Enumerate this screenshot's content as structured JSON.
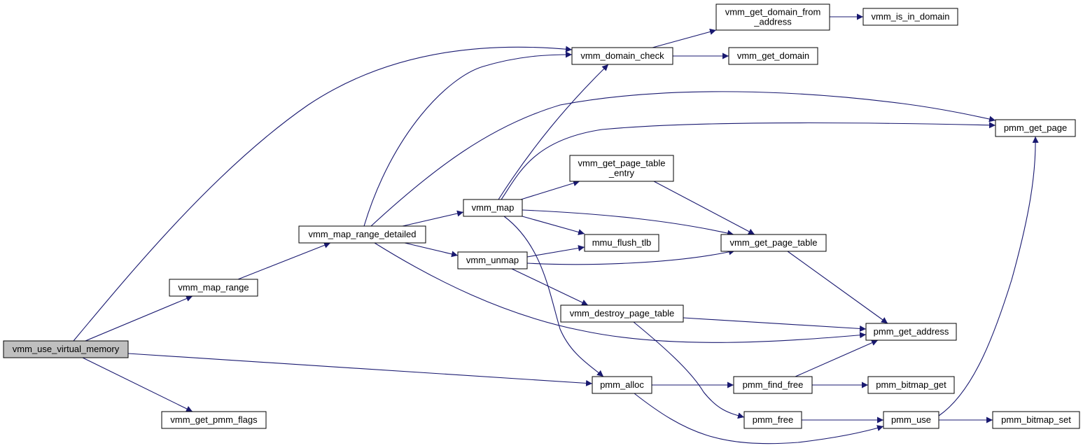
{
  "graph": {
    "edge_color": "#191970",
    "node_fill": "#ffffff",
    "root_fill": "#bfbfbf",
    "nodes": [
      {
        "id": "vmm_use_virtual_memory",
        "lines": [
          "vmm_use_virtual_memory"
        ],
        "root": true
      },
      {
        "id": "vmm_map_range",
        "lines": [
          "vmm_map_range"
        ]
      },
      {
        "id": "vmm_get_pmm_flags",
        "lines": [
          "vmm_get_pmm_flags"
        ]
      },
      {
        "id": "vmm_map_range_detailed",
        "lines": [
          "vmm_map_range_detailed"
        ]
      },
      {
        "id": "vmm_map",
        "lines": [
          "vmm_map"
        ]
      },
      {
        "id": "vmm_unmap",
        "lines": [
          "vmm_unmap"
        ]
      },
      {
        "id": "vmm_domain_check",
        "lines": [
          "vmm_domain_check"
        ]
      },
      {
        "id": "vmm_get_domain_from_address",
        "lines": [
          "vmm_get_domain_from",
          "_address"
        ]
      },
      {
        "id": "vmm_is_in_domain",
        "lines": [
          "vmm_is_in_domain"
        ]
      },
      {
        "id": "vmm_get_domain",
        "lines": [
          "vmm_get_domain"
        ]
      },
      {
        "id": "vmm_get_page_table_entry",
        "lines": [
          "vmm_get_page_table",
          "_entry"
        ]
      },
      {
        "id": "mmu_flush_tlb",
        "lines": [
          "mmu_flush_tlb"
        ]
      },
      {
        "id": "vmm_destroy_page_table",
        "lines": [
          "vmm_destroy_page_table"
        ]
      },
      {
        "id": "pmm_alloc",
        "lines": [
          "pmm_alloc"
        ]
      },
      {
        "id": "vmm_get_page_table",
        "lines": [
          "vmm_get_page_table"
        ]
      },
      {
        "id": "pmm_get_page",
        "lines": [
          "pmm_get_page"
        ]
      },
      {
        "id": "pmm_get_address",
        "lines": [
          "pmm_get_address"
        ]
      },
      {
        "id": "pmm_find_free",
        "lines": [
          "pmm_find_free"
        ]
      },
      {
        "id": "pmm_bitmap_get",
        "lines": [
          "pmm_bitmap_get"
        ]
      },
      {
        "id": "pmm_free",
        "lines": [
          "pmm_free"
        ]
      },
      {
        "id": "pmm_use",
        "lines": [
          "pmm_use"
        ]
      },
      {
        "id": "pmm_bitmap_set",
        "lines": [
          "pmm_bitmap_set"
        ]
      }
    ],
    "edges": [
      {
        "from": "vmm_use_virtual_memory",
        "to": "vmm_domain_check"
      },
      {
        "from": "vmm_use_virtual_memory",
        "to": "vmm_map_range"
      },
      {
        "from": "vmm_use_virtual_memory",
        "to": "pmm_alloc"
      },
      {
        "from": "vmm_use_virtual_memory",
        "to": "vmm_get_pmm_flags"
      },
      {
        "from": "vmm_map_range",
        "to": "vmm_map_range_detailed"
      },
      {
        "from": "vmm_map_range_detailed",
        "to": "vmm_domain_check"
      },
      {
        "from": "vmm_map_range_detailed",
        "to": "pmm_get_page"
      },
      {
        "from": "vmm_map_range_detailed",
        "to": "vmm_map"
      },
      {
        "from": "vmm_map_range_detailed",
        "to": "vmm_unmap"
      },
      {
        "from": "vmm_map_range_detailed",
        "to": "pmm_get_address"
      },
      {
        "from": "vmm_domain_check",
        "to": "vmm_get_domain_from_address"
      },
      {
        "from": "vmm_domain_check",
        "to": "vmm_get_domain"
      },
      {
        "from": "vmm_get_domain_from_address",
        "to": "vmm_is_in_domain"
      },
      {
        "from": "vmm_map",
        "to": "vmm_domain_check"
      },
      {
        "from": "vmm_map",
        "to": "pmm_get_page"
      },
      {
        "from": "vmm_map",
        "to": "vmm_get_page_table_entry"
      },
      {
        "from": "vmm_map",
        "to": "vmm_get_page_table"
      },
      {
        "from": "vmm_map",
        "to": "mmu_flush_tlb"
      },
      {
        "from": "vmm_map",
        "to": "pmm_alloc"
      },
      {
        "from": "vmm_get_page_table_entry",
        "to": "vmm_get_page_table"
      },
      {
        "from": "vmm_unmap",
        "to": "mmu_flush_tlb"
      },
      {
        "from": "vmm_unmap",
        "to": "vmm_get_page_table"
      },
      {
        "from": "vmm_unmap",
        "to": "vmm_destroy_page_table"
      },
      {
        "from": "vmm_get_page_table",
        "to": "pmm_get_address"
      },
      {
        "from": "vmm_destroy_page_table",
        "to": "pmm_get_address"
      },
      {
        "from": "vmm_destroy_page_table",
        "to": "pmm_free"
      },
      {
        "from": "pmm_alloc",
        "to": "pmm_find_free"
      },
      {
        "from": "pmm_alloc",
        "to": "pmm_use"
      },
      {
        "from": "pmm_find_free",
        "to": "pmm_get_address"
      },
      {
        "from": "pmm_find_free",
        "to": "pmm_bitmap_get"
      },
      {
        "from": "pmm_free",
        "to": "pmm_use"
      },
      {
        "from": "pmm_use",
        "to": "pmm_get_page"
      },
      {
        "from": "pmm_use",
        "to": "pmm_bitmap_set"
      }
    ]
  }
}
